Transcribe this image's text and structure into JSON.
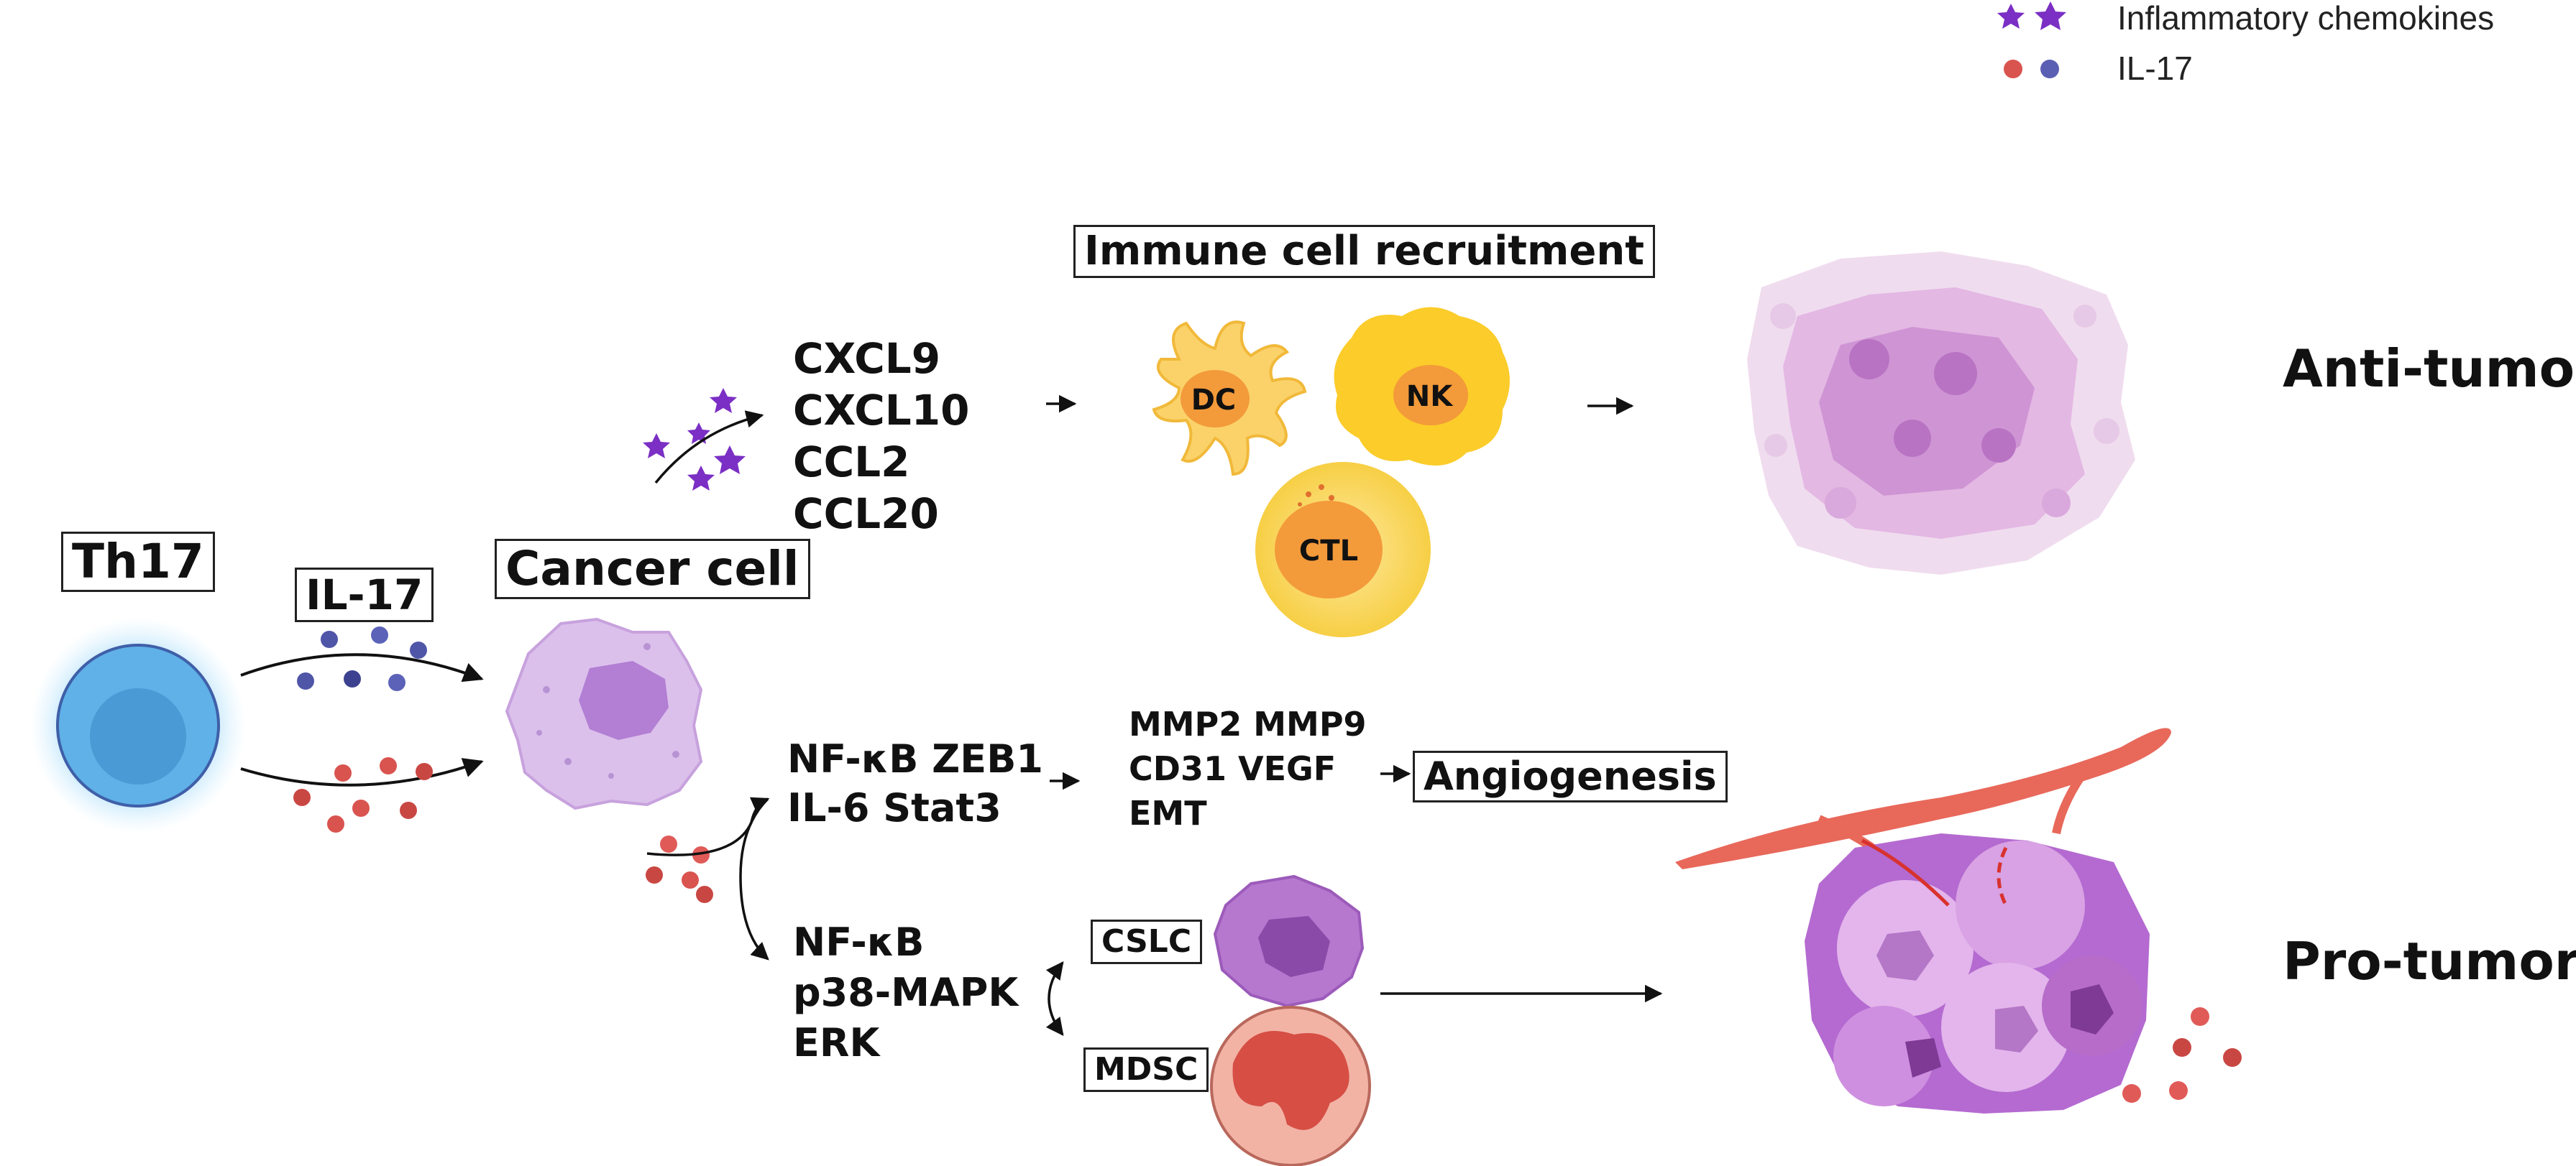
{
  "legend": {
    "chemokines_label": "Inflammatory chemokines",
    "il17_label": "IL-17"
  },
  "labels": {
    "th17": "Th17",
    "il17": "IL-17",
    "cancer_cell": "Cancer cell",
    "immune_recruitment": "Immune cell recruitment",
    "anti_tumor": "Anti-tumor",
    "pro_tumor": "Pro-tumor",
    "angiogenesis": "Angiogenesis",
    "cslc": "CSLC",
    "mdsc": "MDSC",
    "dc": "DC",
    "nk": "NK",
    "ctl": "CTL"
  },
  "chemokine_list": [
    "CXCL9",
    "CXCL10",
    "CCL2",
    "CCL20"
  ],
  "pathway_top": [
    "NF-κB ZEB1",
    "IL-6 Stat3"
  ],
  "pathway_bottom": [
    "NF-κB",
    "p38-MAPK",
    "ERK"
  ],
  "effectors": [
    "MMP2 MMP9",
    "CD31 VEGF",
    "EMT"
  ],
  "colors": {
    "chemokine_star": "#7b2fc4",
    "il17_red": "#d9534f",
    "il17_blue": "#4f56a8",
    "th17_fill": "#58a9e0",
    "cancer_cell": "#d7b6e6",
    "vessel": "#e8685a"
  }
}
